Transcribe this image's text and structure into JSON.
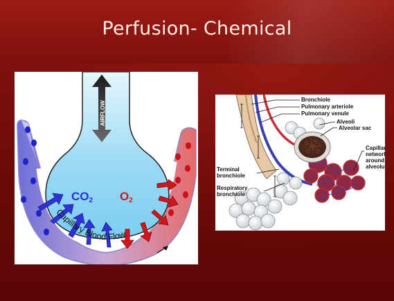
{
  "slide": {
    "title": "Perfusion- Chemical"
  },
  "left_diagram": {
    "airflow_label": "AIRFLOW",
    "co2_label": "CO",
    "co2_subscript": "2",
    "o2_label": "O",
    "o2_subscript": "2",
    "capillary_label": "Capillary Blood Flow",
    "colors": {
      "alveolus": "#8fd6f4",
      "deoxygenated": "#3b3fe0",
      "oxygenated": "#d8141c",
      "capillary_left": "#6d6fd8",
      "capillary_right": "#e46b6b"
    }
  },
  "right_diagram": {
    "labels": {
      "bronchiole": "Bronchiole",
      "pulmonary_arteriole": "Pulmonary arteriole",
      "pulmonary_venule": "Pulmonary venule",
      "alveoli": "Alveoli",
      "alveolar_sac": "Alveolar sac",
      "capillary_line1": "Capillary",
      "capillary_line2": "network",
      "capillary_line3": "around",
      "capillary_line4": "alveolus",
      "terminal_line1": "Terminal",
      "terminal_line2": "bronchiole",
      "respiratory_line1": "Respiratory",
      "respiratory_line2": "bronchiole"
    }
  }
}
